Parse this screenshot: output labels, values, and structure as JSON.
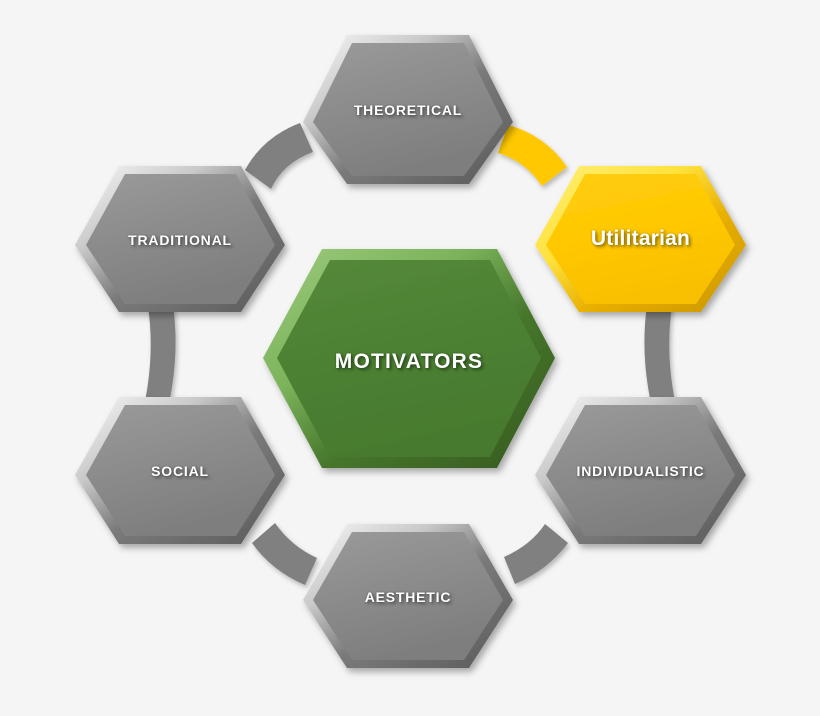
{
  "diagram": {
    "type": "hexagon-hub-and-spoke",
    "title": "Motivators",
    "background_color": "#f5f5f5",
    "center": {
      "label": "Motivators",
      "fill": "#4d8133",
      "bevel_light": "#74a657",
      "bevel_dark": "#3d6828",
      "text_color": "#ffffff",
      "style": "small-caps"
    },
    "nodes": [
      {
        "id": "theoretical",
        "label": "Theoretical",
        "position": "top",
        "fill": "#8b8b8b",
        "bevel_light": "#e2e2e2",
        "bevel_dark": "#5f5f5f",
        "text_color": "#ffffff",
        "style": "small-caps",
        "highlighted": false
      },
      {
        "id": "utilitarian",
        "label": "Utilitarian",
        "position": "top-right",
        "fill": "#ffc800",
        "bevel_light": "#ffe75c",
        "bevel_dark": "#e0a800",
        "text_color": "#ffffff",
        "style": "title-case",
        "highlighted": true
      },
      {
        "id": "individualistic",
        "label": "Individualistic",
        "position": "bottom-right",
        "fill": "#8b8b8b",
        "bevel_light": "#e2e2e2",
        "bevel_dark": "#5f5f5f",
        "text_color": "#ffffff",
        "style": "small-caps",
        "highlighted": false
      },
      {
        "id": "aesthetic",
        "label": "Aesthetic",
        "position": "bottom",
        "fill": "#8b8b8b",
        "bevel_light": "#e2e2e2",
        "bevel_dark": "#5f5f5f",
        "text_color": "#ffffff",
        "style": "small-caps",
        "highlighted": false
      },
      {
        "id": "social",
        "label": "Social",
        "position": "bottom-left",
        "fill": "#8b8b8b",
        "bevel_light": "#e2e2e2",
        "bevel_dark": "#5f5f5f",
        "text_color": "#ffffff",
        "style": "small-caps",
        "highlighted": false
      },
      {
        "id": "traditional",
        "label": "Traditional",
        "position": "top-left",
        "fill": "#8b8b8b",
        "bevel_light": "#e2e2e2",
        "bevel_dark": "#5f5f5f",
        "text_color": "#ffffff",
        "style": "small-caps",
        "highlighted": false
      }
    ],
    "connectors": [
      {
        "id": "traditional-theoretical",
        "from": "traditional",
        "to": "theoretical",
        "color": "#808080"
      },
      {
        "id": "theoretical-utilitarian",
        "from": "theoretical",
        "to": "utilitarian",
        "color": "#ffc800"
      },
      {
        "id": "utilitarian-individualistic",
        "from": "utilitarian",
        "to": "individualistic",
        "color": "#808080"
      },
      {
        "id": "individualistic-aesthetic",
        "from": "individualistic",
        "to": "aesthetic",
        "color": "#808080"
      },
      {
        "id": "aesthetic-social",
        "from": "aesthetic",
        "to": "social",
        "color": "#808080"
      },
      {
        "id": "social-traditional",
        "from": "social",
        "to": "traditional",
        "color": "#808080"
      }
    ]
  }
}
